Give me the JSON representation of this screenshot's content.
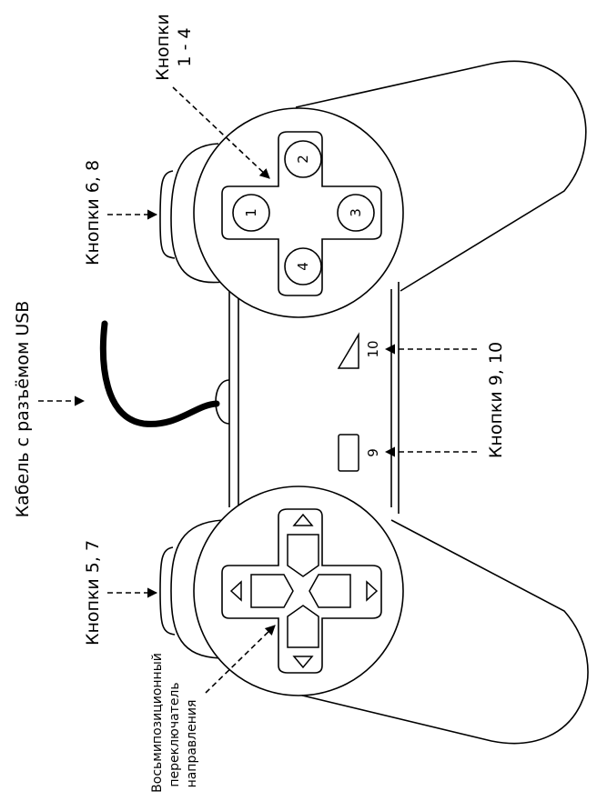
{
  "labels": {
    "cable": "Кабель с разъёмом USB",
    "buttons_5_7": "Кнопки 5, 7",
    "buttons_6_8": "Кнопки 6, 8",
    "buttons_1_4_line1": "Кнопки",
    "buttons_1_4_line2": "1 - 4",
    "buttons_9_10": "Кнопки 9, 10",
    "dpad_line1": "Восьмипозиционный",
    "dpad_line2": "переключатель",
    "dpad_line3": "направления"
  },
  "face_buttons": [
    "1",
    "2",
    "3",
    "4"
  ],
  "center_buttons": {
    "button_9": "9",
    "button_10": "10"
  }
}
